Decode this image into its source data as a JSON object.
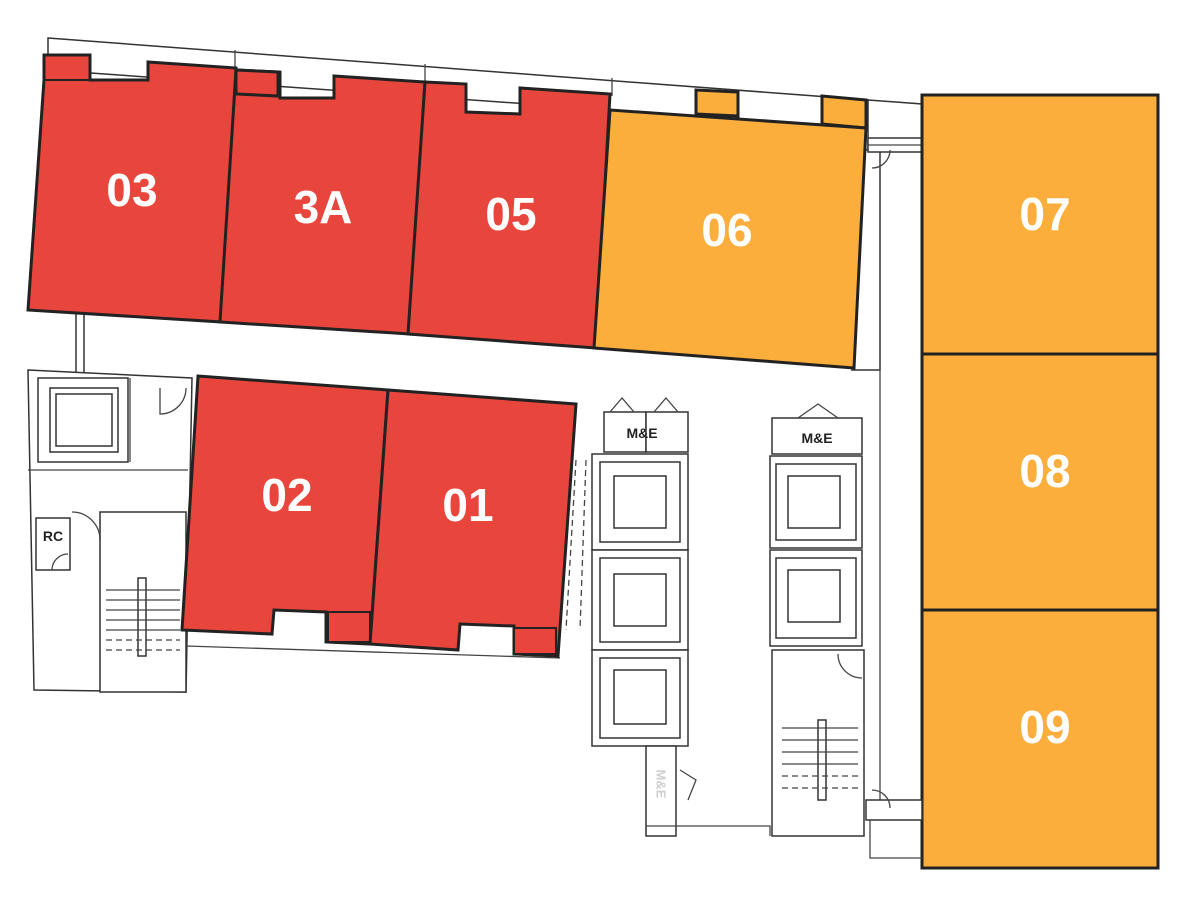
{
  "units": [
    {
      "id": "u03",
      "label": "03",
      "status": "sold"
    },
    {
      "id": "u3a",
      "label": "3A",
      "status": "sold"
    },
    {
      "id": "u05",
      "label": "05",
      "status": "sold"
    },
    {
      "id": "u06",
      "label": "06",
      "status": "reserved"
    },
    {
      "id": "u07",
      "label": "07",
      "status": "reserved"
    },
    {
      "id": "u08",
      "label": "08",
      "status": "reserved"
    },
    {
      "id": "u09",
      "label": "09",
      "status": "reserved"
    },
    {
      "id": "u02",
      "label": "02",
      "status": "sold"
    },
    {
      "id": "u01",
      "label": "01",
      "status": "sold"
    }
  ],
  "rooms": {
    "rc": "RC",
    "me_left": "M&E",
    "me_right": "M&E",
    "me_bottom": "M&E"
  },
  "colors": {
    "red": "#E8453C",
    "orange": "#FBAE3C",
    "outline": "#222222"
  }
}
